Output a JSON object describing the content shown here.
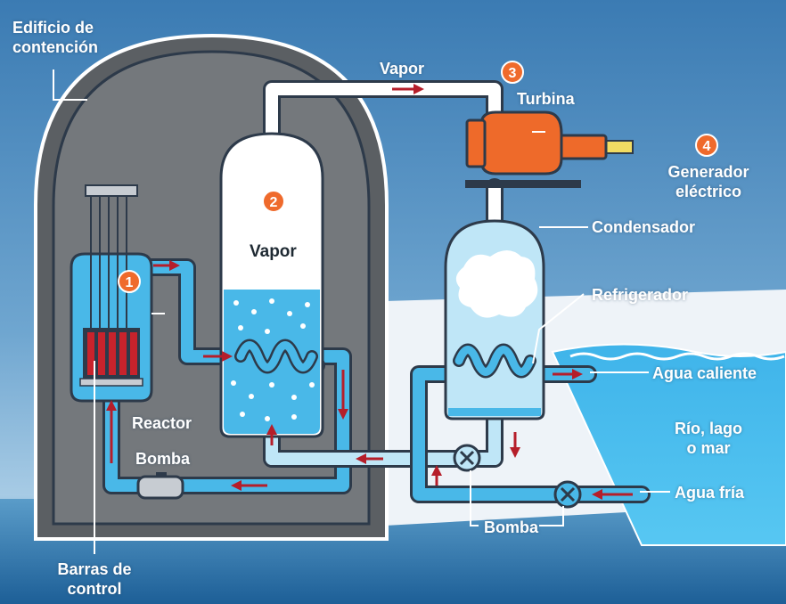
{
  "labels": {
    "containment": "Edificio de\ncontención",
    "vapor_top": "Vapor",
    "turbine": "Turbina",
    "generator": "Generador\neléctrico",
    "vapor_sg": "Vapor",
    "condenser": "Condensador",
    "refrigerator": "Refrigerador",
    "hot_water": "Agua caliente",
    "river": "Río, lago\no mar",
    "cold_water": "Agua fría",
    "reactor": "Reactor",
    "pump_primary": "Bomba",
    "pump_secondary": "Bomba",
    "control_rods": "Barras de\ncontrol"
  },
  "badges": {
    "reactor": "1",
    "steam_generator": "2",
    "turbine": "3",
    "generator": "4"
  },
  "colors": {
    "sky_top": "#3f7fb5",
    "sky_bottom": "#a9cde6",
    "building": "#5b5f63",
    "building_inner": "#74787c",
    "outline": "#2d3a4a",
    "water": "#49b8e8",
    "water_light": "#bfe6f7",
    "arrow": "#b51e2a",
    "turbine": "#ee6a2a",
    "cable": "#f1dc63",
    "badge": "#ef6a2c"
  }
}
